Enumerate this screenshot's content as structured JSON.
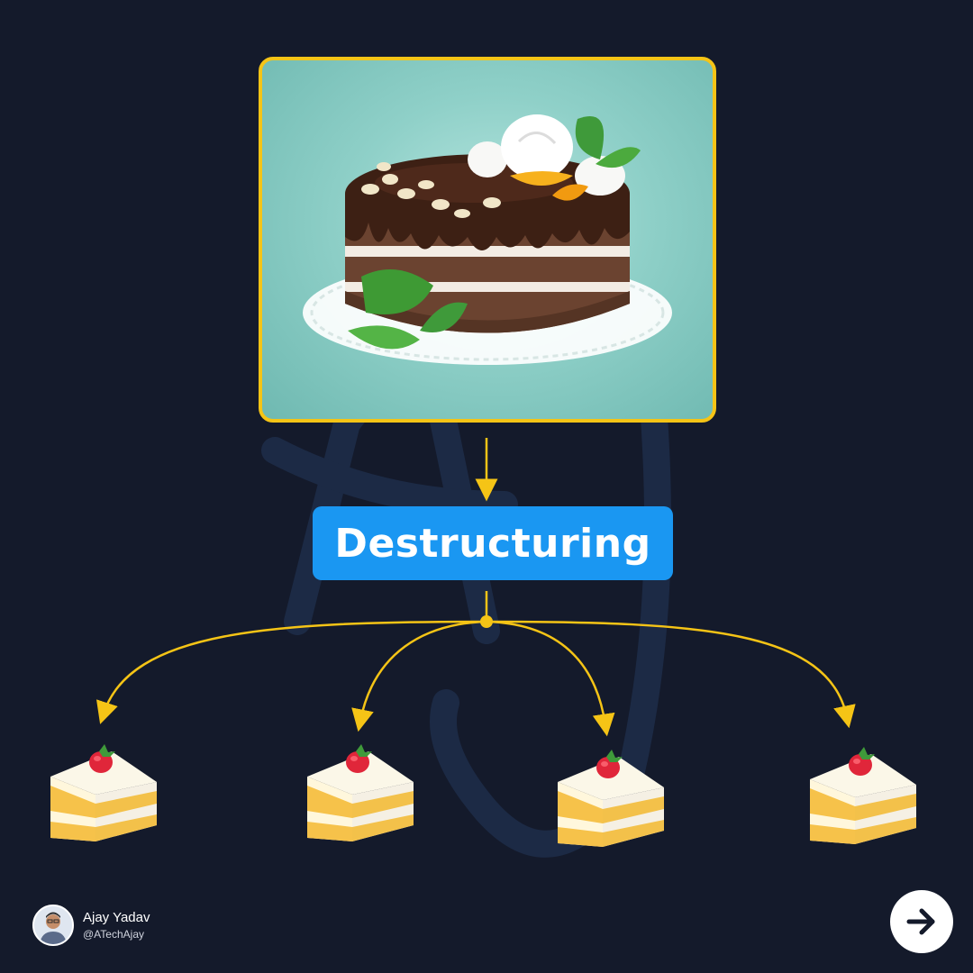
{
  "diagram": {
    "label": "Destructuring",
    "hero": {
      "image": "whole-chocolate-cake"
    },
    "slices": [
      {
        "image": "cake-slice"
      },
      {
        "image": "cake-slice"
      },
      {
        "image": "cake-slice"
      },
      {
        "image": "cake-slice"
      }
    ]
  },
  "author": {
    "name": "Ajay Yadav",
    "handle": "@ATechAjay"
  },
  "navigation": {
    "next_icon": "arrow-right-icon"
  },
  "colors": {
    "background": "#141a2b",
    "accent": "#f5c416",
    "label_background": "#1a97f2",
    "label_text": "#ffffff",
    "watermark": "#1c2a45"
  }
}
